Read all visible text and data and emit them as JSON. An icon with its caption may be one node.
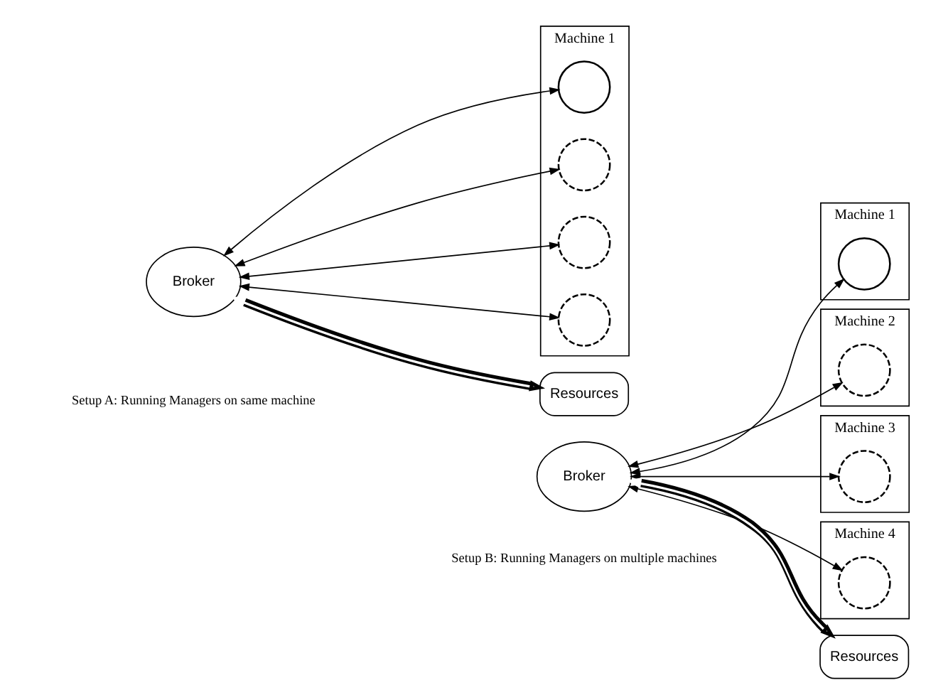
{
  "diagram": {
    "nodes": [
      {
        "text": [
          "Machine 1"
        ]
      },
      {
        "text": [],
        "shape": "circle",
        "in": 0
      },
      {
        "text": [],
        "shape": "circle",
        "in": 0
      },
      {
        "text": [],
        "shape": "circle",
        "in": 0
      },
      {
        "text": [],
        "shape": "circle",
        "in": 0
      },
      {
        "text": [
          "Broker"
        ]
      },
      {
        "text": [
          "Resources"
        ]
      },
      {
        "text": [
          "Machine 1"
        ]
      },
      {
        "text": [],
        "shape": "circle",
        "in": 7
      },
      {
        "text": [
          "Machine 2"
        ]
      },
      {
        "text": [],
        "shape": "circle",
        "in": 9
      },
      {
        "text": [
          "Machine 3"
        ]
      },
      {
        "text": [],
        "shape": "circle",
        "in": 11
      },
      {
        "text": [
          "Machine 4"
        ]
      },
      {
        "text": [],
        "shape": "circle",
        "in": 13
      },
      {
        "text": [
          "Broker"
        ]
      },
      {
        "text": [
          "Resources"
        ]
      }
    ],
    "edges": [
      {
        "from": 5,
        "to": 1,
        "arrow": "both"
      },
      {
        "from": 5,
        "to": 2,
        "arrow": "both"
      },
      {
        "from": 5,
        "to": 4,
        "arrow": "both"
      },
      {
        "from": 5,
        "to": 3,
        "arrow": "both"
      },
      {
        "from": 5,
        "to": 6,
        "arrow": "both",
        "style": "thick"
      },
      {
        "from": 15,
        "to": 8,
        "arrow": "both"
      },
      {
        "from": 15,
        "to": 10,
        "arrow": "both"
      },
      {
        "from": 15,
        "to": 12,
        "arrow": "both"
      },
      {
        "from": 15,
        "to": 14,
        "arrow": "both"
      },
      {
        "from": 15,
        "to": 16,
        "arrow": "both",
        "style": "thick"
      }
    ],
    "labels": [
      "Setup A: Running Managers on same machine",
      "Setup B: Running Managers on multiple machines"
    ]
  }
}
